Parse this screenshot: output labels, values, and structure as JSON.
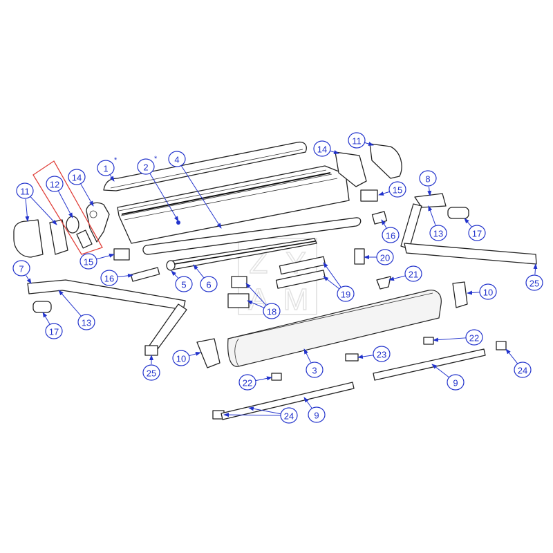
{
  "callouts": [
    "1",
    "2",
    "4",
    "11",
    "12",
    "14",
    "14",
    "11",
    "8",
    "15",
    "16",
    "13",
    "17",
    "15",
    "16",
    "7",
    "13",
    "17",
    "5",
    "6",
    "18",
    "19",
    "20",
    "21",
    "10",
    "25",
    "25",
    "10",
    "3",
    "23",
    "22",
    "24",
    "9",
    "22",
    "24",
    "9"
  ],
  "asterisk": "*",
  "highlight_color": "#e0403a",
  "callout_color": "#2233cc",
  "watermark": {
    "letters": [
      "Z",
      "Y",
      "A",
      "M"
    ]
  }
}
